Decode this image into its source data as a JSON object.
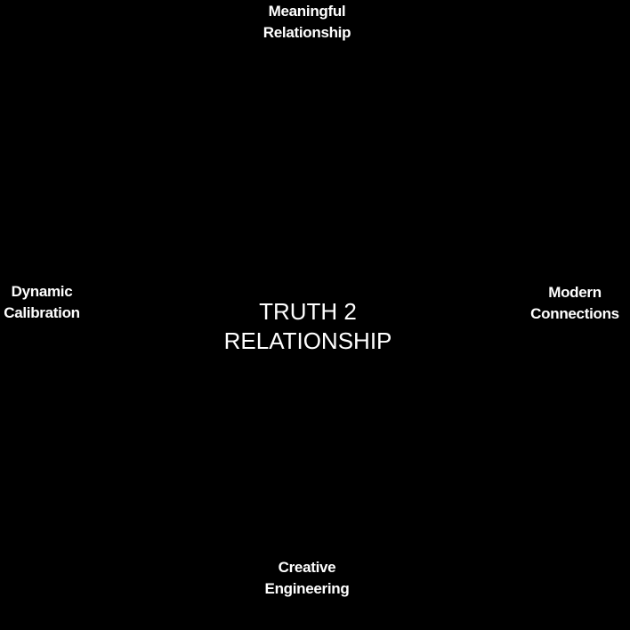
{
  "diagram": {
    "background": "#000000",
    "text_color": "#ffffff",
    "center": {
      "line1": "TRUTH 2",
      "line2": "RELATIONSHIP"
    },
    "nodes": {
      "top": {
        "line1": "Meaningful",
        "line2": "Relationship"
      },
      "left": {
        "line1": "Dynamic",
        "line2": "Calibration"
      },
      "right": {
        "line1": "Modern",
        "line2": "Connections"
      },
      "bottom": {
        "line1": "Creative",
        "line2": "Engineering"
      }
    }
  }
}
